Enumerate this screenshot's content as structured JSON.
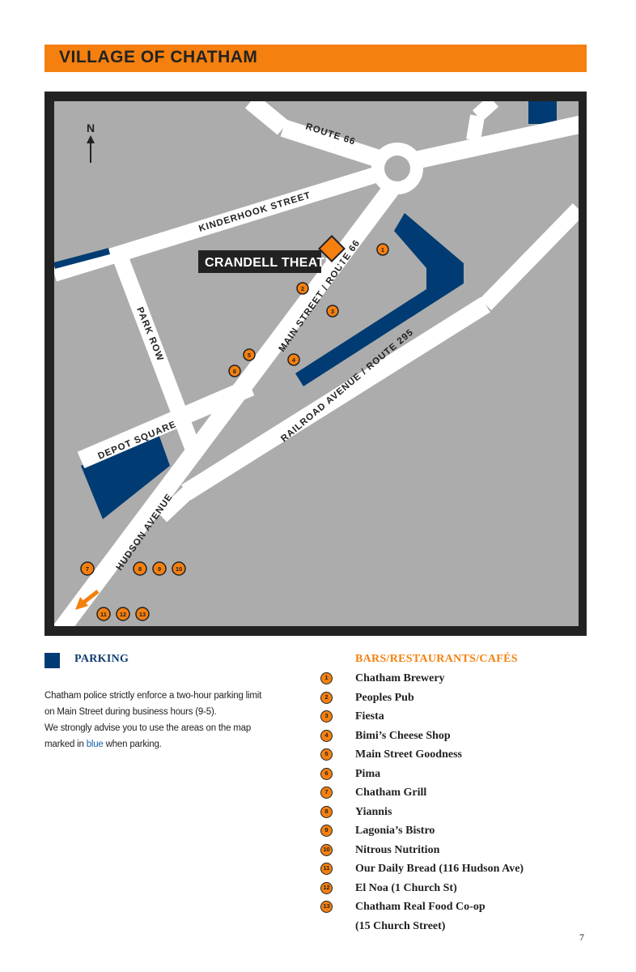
{
  "page": {
    "title": "VILLAGE OF CHATHAM",
    "page_number": "7"
  },
  "colors": {
    "accent_orange": "#f5800f",
    "parking_blue": "#003c73",
    "map_gray": "#acacac",
    "frame": "#222222"
  },
  "map": {
    "north_label": "N",
    "roads": {
      "route66": "ROUTE 66",
      "kinderhook": "KINDERHOOK STREET",
      "park_row": "PARK ROW",
      "main_street": "MAIN STREET / ROUTE 66",
      "depot_square": "DEPOT SQUARE",
      "railroad_avenue": "RAILROAD AVENUE / ROUTE 295",
      "hudson_avenue": "HUDSON AVENUE"
    },
    "landmark": "CRANDELL THEATRE",
    "markers": [
      "1",
      "2",
      "3",
      "4",
      "5",
      "6",
      "7",
      "8",
      "9",
      "10",
      "11",
      "12",
      "13"
    ]
  },
  "parking": {
    "heading": "PARKING",
    "line1": "Chatham police strictly enforce a two-hour parking limit",
    "line2": "on Main Street during business hours (9-5).",
    "line3": "We strongly advise you to use the areas on the map",
    "line4_prefix": "marked in ",
    "line4_blue": "blue",
    "line4_suffix": " when parking."
  },
  "bars": {
    "heading": "BARS/RESTAURANTS/CAFÉS",
    "items": [
      {
        "num": "1",
        "name": "Chatham Brewery"
      },
      {
        "num": "2",
        "name": "Peoples Pub"
      },
      {
        "num": "3",
        "name": "Fiesta"
      },
      {
        "num": "4",
        "name": "Bimi’s Cheese Shop"
      },
      {
        "num": "5",
        "name": "Main Street Goodness"
      },
      {
        "num": "6",
        "name": "Pima"
      },
      {
        "num": "7",
        "name": "Chatham Grill"
      },
      {
        "num": "8",
        "name": "Yiannis"
      },
      {
        "num": "9",
        "name": "Lagonia’s Bistro"
      },
      {
        "num": "10",
        "name": "Nitrous Nutrition"
      },
      {
        "num": "11",
        "name": "Our Daily Bread (116 Hudson Ave)"
      },
      {
        "num": "12",
        "name": "El Noa (1 Church St)"
      },
      {
        "num": "13",
        "name": "Chatham Real Food Co-op"
      },
      {
        "num": "",
        "name": "(15 Church Street)"
      }
    ]
  }
}
